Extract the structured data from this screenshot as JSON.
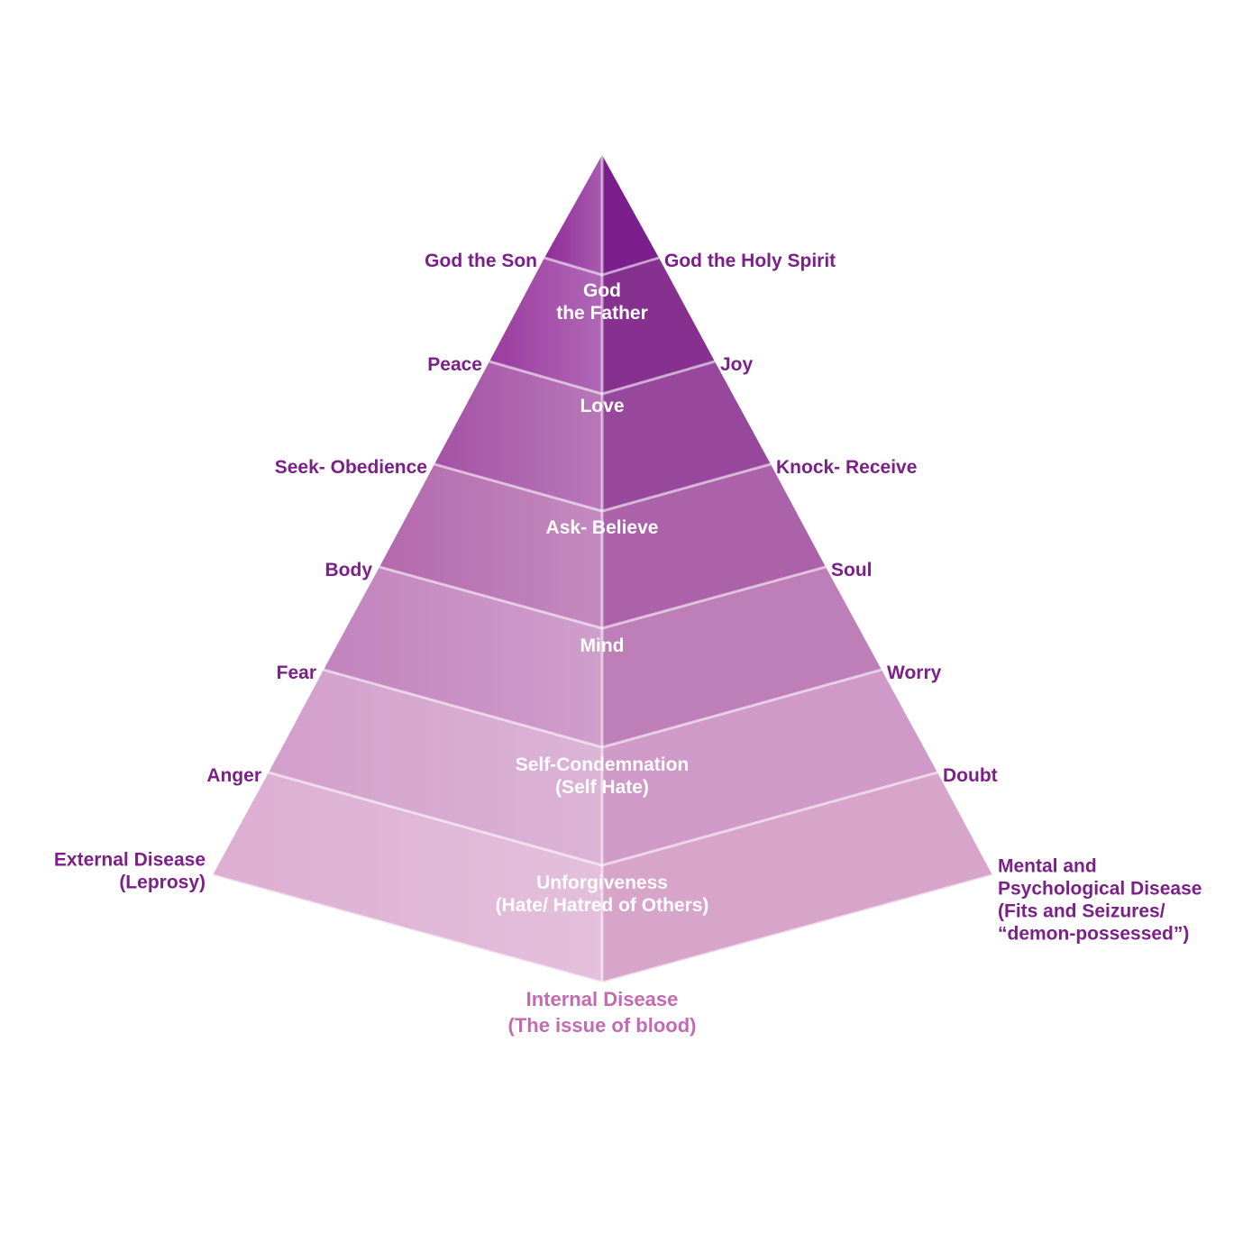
{
  "diagram": {
    "apex": {
      "left_color": "#8f2c98",
      "right_color": "#7a1f8b"
    },
    "levels": [
      {
        "center": [
          "God",
          "the Father"
        ],
        "left": [
          "God the Son"
        ],
        "right": [
          "God the Holy Spirit"
        ],
        "left_color": "#9a3ca0",
        "right_color": "#86318f"
      },
      {
        "center": [
          "Love"
        ],
        "left": [
          "Peace"
        ],
        "right": [
          "Joy"
        ],
        "left_color": "#a452a5",
        "right_color": "#97489d"
      },
      {
        "center": [
          "Ask- Believe"
        ],
        "left": [
          "Seek- Obedience"
        ],
        "right": [
          "Knock- Receive"
        ],
        "left_color": "#b369ad",
        "right_color": "#ab62a8"
      },
      {
        "center": [
          "Mind"
        ],
        "left": [
          "Body"
        ],
        "right": [
          "Soul"
        ],
        "left_color": "#c283bd",
        "right_color": "#be7fb9"
      },
      {
        "center": [
          "Self-Condemnation",
          "(Self Hate)"
        ],
        "left": [
          "Fear"
        ],
        "right": [
          "Worry"
        ],
        "left_color": "#d29fcb",
        "right_color": "#cf9ac7"
      },
      {
        "center": [
          "Unforgiveness",
          "(Hate/ Hatred of Others)"
        ],
        "left": [
          "Anger"
        ],
        "right": [
          "Doubt"
        ],
        "left_color": "#dcaed2",
        "right_color": "#d7a4ca"
      },
      {
        "center": [],
        "left": [
          "External Disease",
          "(Leprosy)"
        ],
        "right": [
          "Mental and",
          "Psychological Disease",
          "(Fits and Seizures/",
          "“demon-possessed”)"
        ],
        "left_color": "#ecc8df",
        "right_color": "#ecc5dd"
      }
    ],
    "bottom_label": [
      "Internal Disease",
      "(The issue of blood)"
    ]
  }
}
